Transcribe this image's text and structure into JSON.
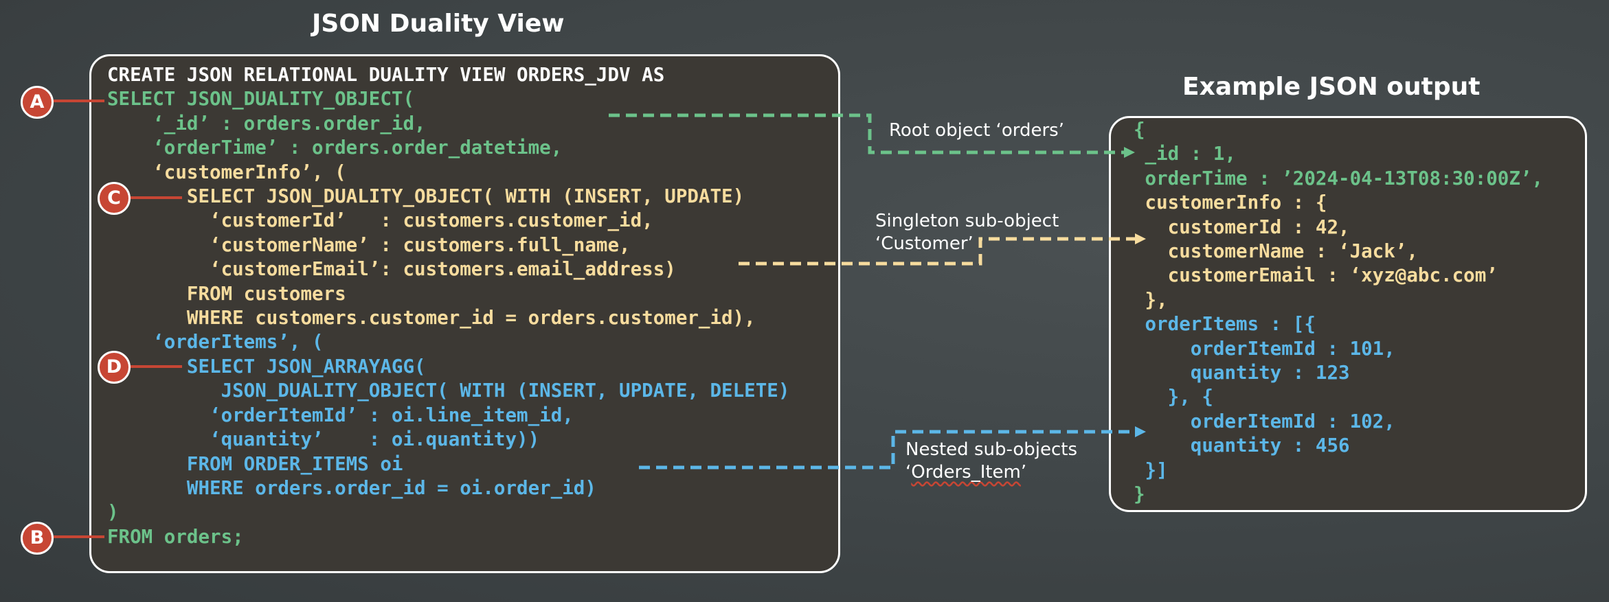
{
  "titles": {
    "left": "JSON Duality View",
    "right": "Example JSON output"
  },
  "markers": {
    "a": "A",
    "b": "B",
    "c": "C",
    "d": "D"
  },
  "sql_lines": [
    "CREATE JSON RELATIONAL DUALITY VIEW ORDERS_JDV AS",
    "SELECT JSON_DUALITY_OBJECT(",
    "    ‘_id’ : orders.order_id,",
    "    ‘orderTime’ : orders.order_datetime,",
    "    ‘customerInfo’, (",
    "       SELECT JSON_DUALITY_OBJECT( WITH (INSERT, UPDATE)",
    "         ‘customerId’   : customers.customer_id,",
    "         ‘customerName’ : customers.full_name,",
    "         ‘customerEmail’: customers.email_address)",
    "       FROM customers",
    "       WHERE customers.customer_id = orders.customer_id),",
    "    ‘orderItems’, (",
    "       SELECT JSON_ARRAYAGG(",
    "          JSON_DUALITY_OBJECT( WITH (INSERT, UPDATE, DELETE)",
    "         ‘orderItemId’ : oi.line_item_id,",
    "         ‘quantity’    : oi.quantity))",
    "       FROM ORDER_ITEMS oi",
    "       WHERE orders.order_id = oi.order_id)",
    ")",
    "FROM orders;"
  ],
  "json_lines": [
    "{",
    " _id : 1,",
    " orderTime : ’2024-04-13T08:30:00Z’,",
    " customerInfo : {",
    "   customerId : 42,",
    "   customerName : ‘Jack’,",
    "   customerEmail : ‘xyz@abc.com’",
    " },",
    " orderItems : [{",
    "     orderItemId : 101,",
    "     quantity : 123",
    "   }, {",
    "     orderItemId : 102,",
    "     quantity : 456",
    " }]",
    "}"
  ],
  "labels": {
    "root": "Root object ‘orders’",
    "singleton_line1": "Singleton sub-object",
    "singleton_line2": "‘Customer’",
    "nested_line1": "Nested sub-objects",
    "nested_line2_quote_open": "‘",
    "nested_line2_word": "Orders_Item",
    "nested_line2_quote_close": "’"
  },
  "colors": {
    "background": "#3f4547",
    "panel": "#3c3934",
    "green": "#6cc28a",
    "yellow": "#f7dc9e",
    "blue": "#5cb7e8",
    "marker": "#c74634",
    "white": "#ffffff"
  }
}
